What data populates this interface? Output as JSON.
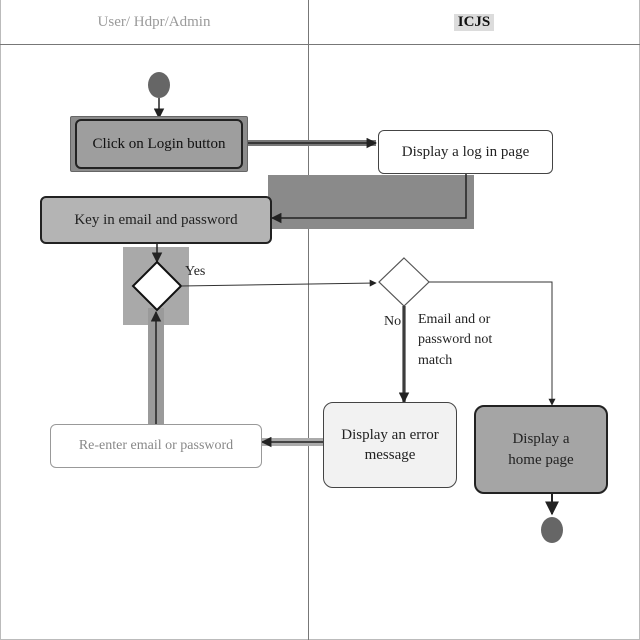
{
  "lanes": {
    "left_title": "User/ Hdpr/Admin",
    "right_title": "ICJS"
  },
  "nodes": {
    "click_login": "Click on Login button",
    "display_login": "Display a log in page",
    "key_in": "Key in email and password",
    "reenter": "Re-enter email or password",
    "error_msg": "Display an error message",
    "home_page": "Display a home page"
  },
  "labels": {
    "yes": "Yes",
    "no": "No",
    "mismatch": "Email and or password not match"
  }
}
